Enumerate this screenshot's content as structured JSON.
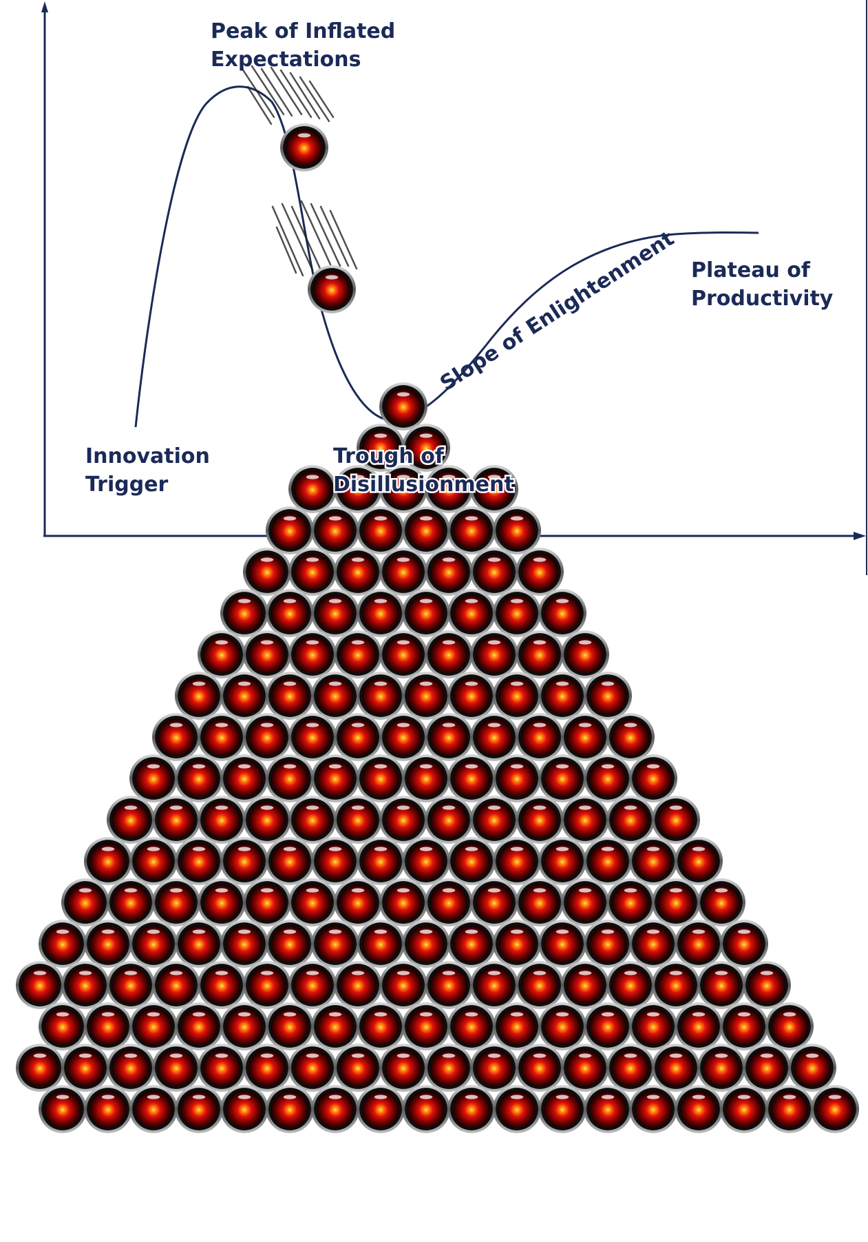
{
  "colors": {
    "navy": "#1b2a57",
    "orb_core": "#ffcc22",
    "orb_red": "#e01008",
    "orb_dark": "#2a0000",
    "orb_rim": "#9a9a9a",
    "background": "#ffffff"
  },
  "labels": {
    "peak": [
      "Peak of Inflated",
      "Expectations"
    ],
    "innovation": [
      "Innovation",
      "Trigger"
    ],
    "trough": [
      "Trough of",
      "Disillusionment"
    ],
    "slope": "Slope of Enlightenment",
    "plateau": [
      "Plateau of",
      "Productivity"
    ]
  },
  "orbs": {
    "icon": "hal-9000-eye-icon",
    "falling_count": 2,
    "pile_rows": 18
  }
}
